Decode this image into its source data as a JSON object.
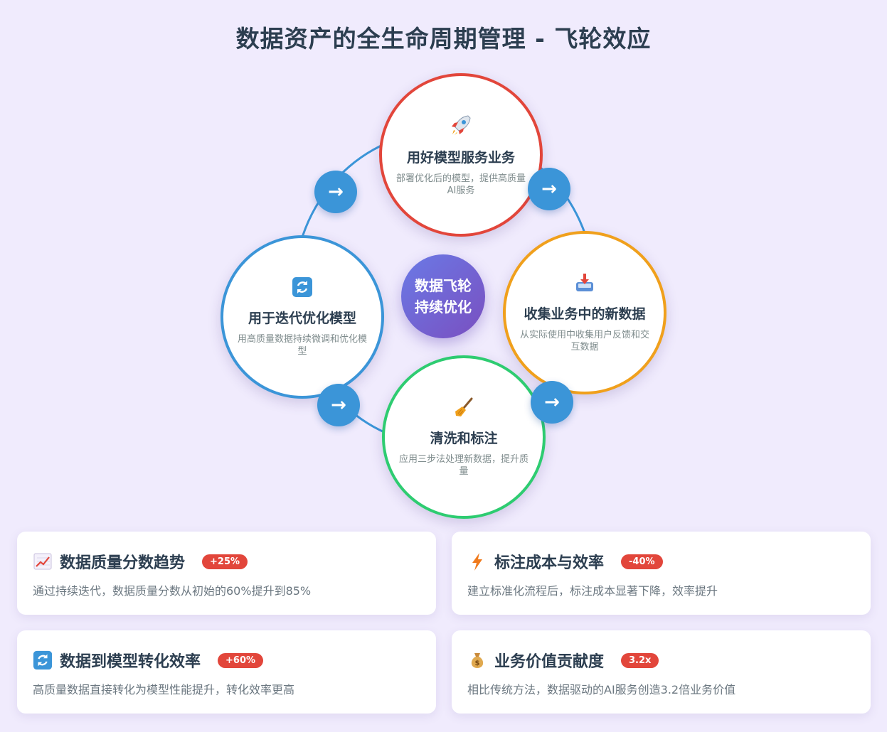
{
  "title": "数据资产的全生命周期管理 - 飞轮效应",
  "center": {
    "line1": "数据飞轮",
    "line2": "持续优化"
  },
  "nodes": [
    {
      "icon": "rocket-icon",
      "title": "用好模型服务业务",
      "desc": "部署优化后的模型，提供高质量AI服务",
      "color": "#e2463b"
    },
    {
      "icon": "inbox-tray-icon",
      "title": "收集业务中的新数据",
      "desc": "从实际使用中收集用户反馈和交互数据",
      "color": "#f0a01c"
    },
    {
      "icon": "broom-icon",
      "title": "清洗和标注",
      "desc": "应用三步法处理新数据，提升质量",
      "color": "#2ecc71"
    },
    {
      "icon": "refresh-icon",
      "title": "用于迭代优化模型",
      "desc": "用高质量数据持续微调和优化模型",
      "color": "#3b95d8"
    }
  ],
  "arrow_symbol": "→",
  "cards": [
    {
      "icon": "chart-increasing-icon",
      "title": "数据质量分数趋势",
      "badge": "+25%",
      "desc": "通过持续迭代，数据质量分数从初始的60%提升到85%"
    },
    {
      "icon": "lightning-icon",
      "title": "标注成本与效率",
      "badge": "-40%",
      "desc": "建立标准化流程后，标注成本显著下降，效率提升"
    },
    {
      "icon": "refresh-icon",
      "title": "数据到模型转化效率",
      "badge": "+60%",
      "desc": "高质量数据直接转化为模型性能提升，转化效率更高"
    },
    {
      "icon": "money-bag-icon",
      "title": "业务价值贡献度",
      "badge": "3.2x",
      "desc": "相比传统方法，数据驱动的AI服务创造3.2倍业务价值"
    }
  ],
  "colors": {
    "accent": "#3b95d8",
    "badge": "#e2463b",
    "background": "#f0ebfd"
  }
}
